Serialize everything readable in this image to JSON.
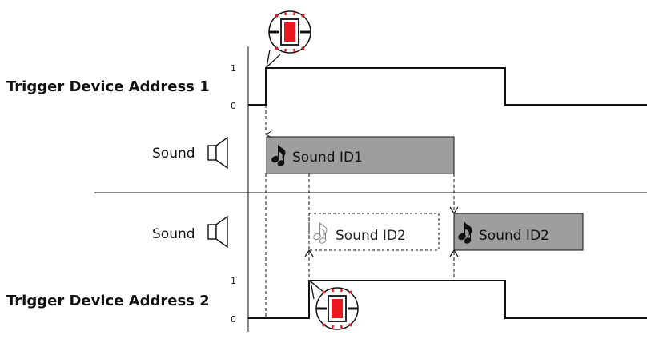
{
  "rows": {
    "trigger1_label": "Trigger Device Address 1",
    "trigger2_label": "Trigger Device Address 2",
    "sound_label_1": "Sound",
    "sound_label_2": "Sound"
  },
  "levels": {
    "t1_high": "1",
    "t1_low": "0",
    "t2_high": "1",
    "t2_low": "0"
  },
  "sounds": {
    "box1": "Sound ID1",
    "box2_interrupted": "Sound ID2",
    "box2_played": "Sound ID2"
  },
  "colors": {
    "box_fill": "#9e9e9e",
    "lamp_red": "#e8191f",
    "line": "#111111"
  },
  "icons": [
    "lamp-icon",
    "speaker-icon",
    "music-note-icon"
  ]
}
